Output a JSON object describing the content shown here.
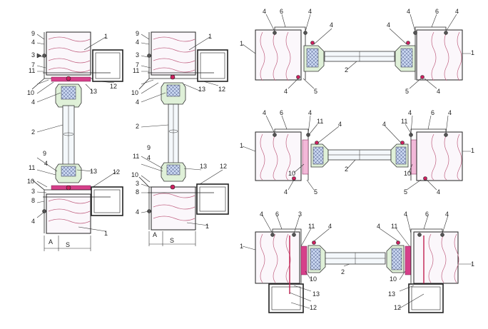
{
  "callouts": {
    "n1": "1",
    "n2": "2",
    "n3": "3",
    "n4": "4",
    "n5": "5",
    "n6": "6",
    "n7": "7",
    "n8": "8",
    "n9": "9",
    "n10": "10",
    "n11": "11",
    "n12": "12",
    "n13": "13"
  },
  "dimensions": {
    "a": "A",
    "s": "S"
  },
  "colors": {
    "panel_wave": "#c06080",
    "seal_strip": "#d6408a",
    "desiccant": "#b8c8ea",
    "spacer_frame": "#dff0d8"
  }
}
